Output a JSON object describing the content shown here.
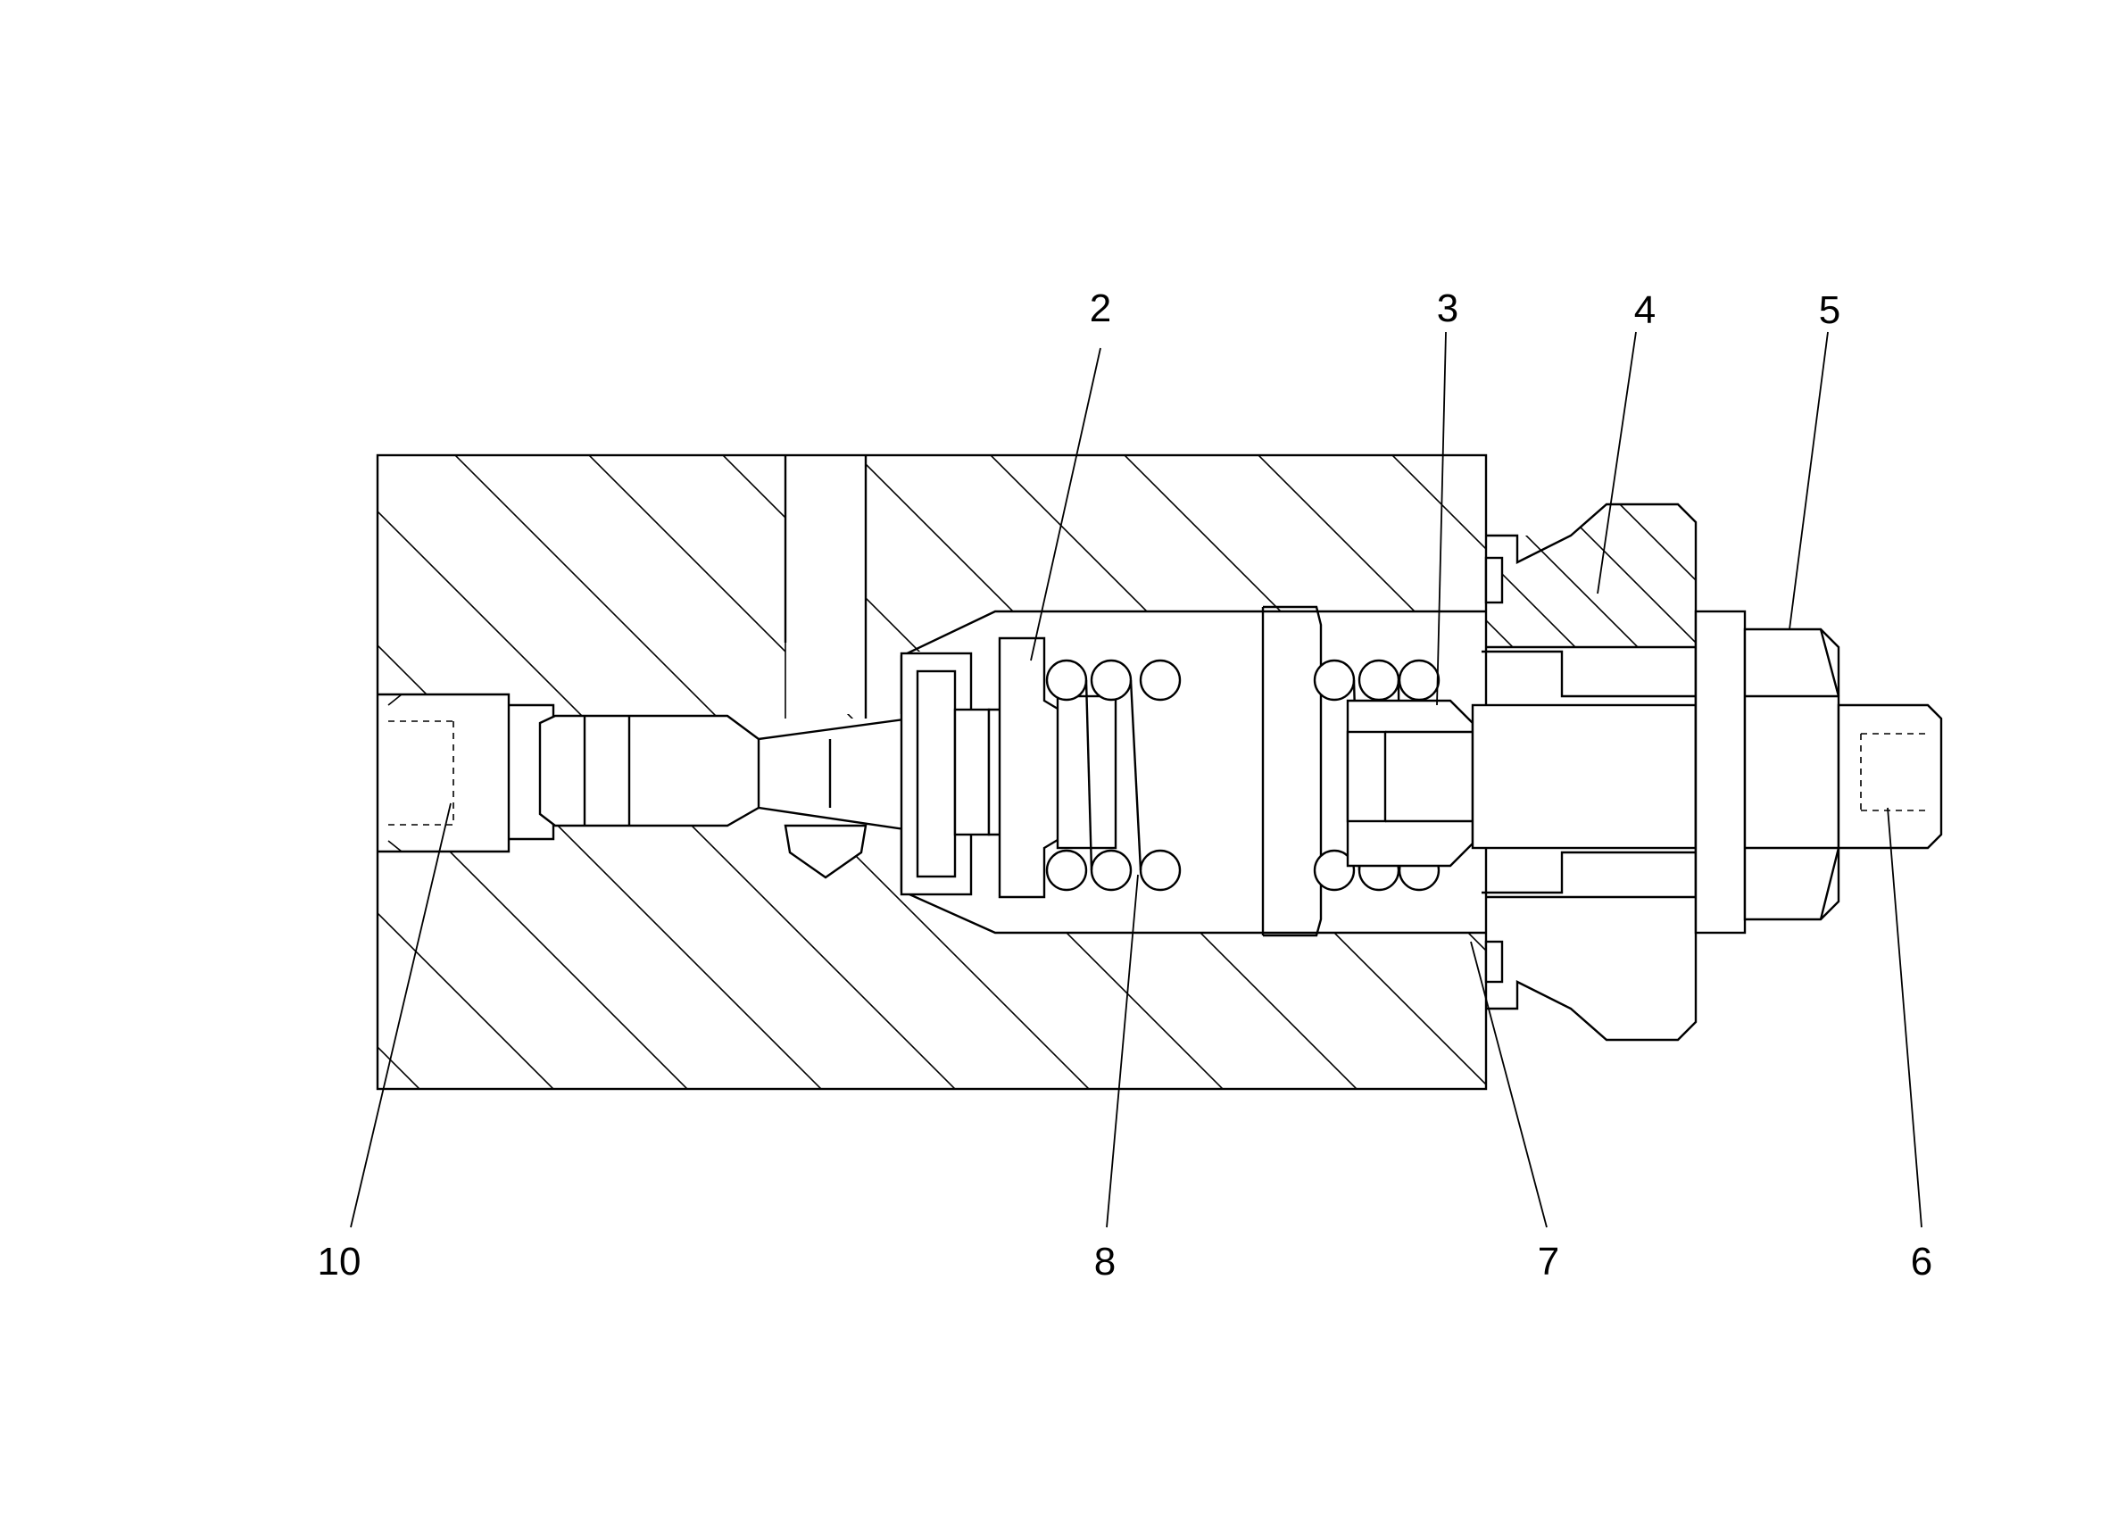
{
  "callouts": [
    {
      "id": "c2",
      "text": "2"
    },
    {
      "id": "c3",
      "text": "3"
    },
    {
      "id": "c4",
      "text": "4"
    },
    {
      "id": "c5",
      "text": "5"
    },
    {
      "id": "c10",
      "text": "10"
    },
    {
      "id": "c8",
      "text": "8"
    },
    {
      "id": "c7",
      "text": "7"
    },
    {
      "id": "c6",
      "text": "6"
    }
  ]
}
